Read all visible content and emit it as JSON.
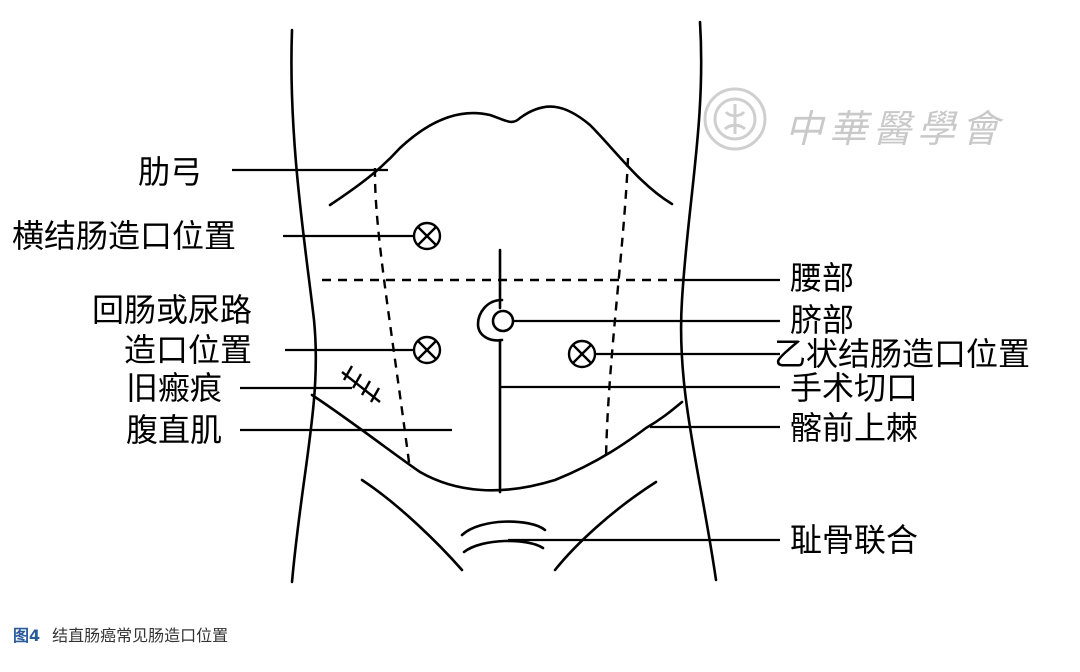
{
  "labels": {
    "costal_arch": "肋弓",
    "transverse_colostomy_site": "横结肠造口位置",
    "ileostomy_urostomy_line1": "回肠或尿路",
    "ileostomy_urostomy_line2": "造口位置",
    "old_scar": "旧瘢痕",
    "rectus_abdominis": "腹直肌",
    "waist": "腰部",
    "umbilicus": "脐部",
    "sigmoid_colostomy_site": "乙状结肠造口位置",
    "surgical_incision": "手术切口",
    "anterior_superior_iliac_spine": "髂前上棘",
    "pubic_symphysis": "耻骨联合"
  },
  "watermark": {
    "text": "中華醫學會"
  },
  "caption": {
    "figure_number": "图4",
    "text": "结直肠癌常见肠造口位置"
  }
}
